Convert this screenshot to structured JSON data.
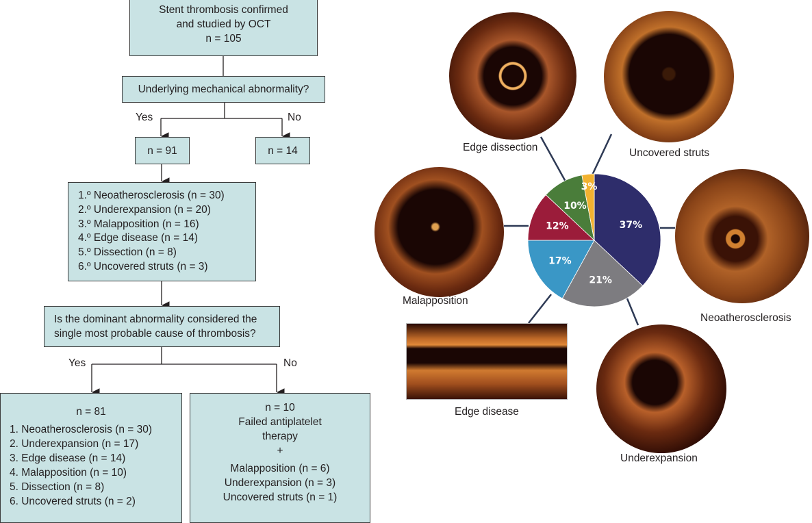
{
  "flowchart": {
    "start": {
      "lines": [
        "Stent thrombosis confirmed",
        "and studied by OCT",
        "n = 105"
      ]
    },
    "question1": "Underlying mechanical abnormality?",
    "branch1": {
      "yes_label": "Yes",
      "no_label": "No"
    },
    "yes_count": "n = 91",
    "no_count": "n = 14",
    "abnormality_list": [
      "1.º Neoatherosclerosis (n = 30)",
      "2.º Underexpansion (n = 20)",
      "3.º Malapposition (n = 16)",
      "4.º Edge disease (n = 14)",
      "5.º Dissection (n = 8)",
      "6.º Uncovered struts (n = 3)"
    ],
    "question2": {
      "lines": [
        "Is the dominant abnormality considered the",
        "single most probable cause of thrombosis?"
      ]
    },
    "branch2": {
      "yes_label": "Yes",
      "no_label": "No"
    },
    "yes_result": {
      "count": "n = 81",
      "items": [
        "1. Neoatherosclerosis (n = 30)",
        "2. Underexpansion (n = 17)",
        "3. Edge disease (n = 14)",
        "4. Malapposition (n = 10)",
        "5. Dissection (n = 8)",
        "6. Uncovered struts (n = 2)"
      ]
    },
    "no_result": {
      "count": "n = 10",
      "lines": [
        "Failed antiplatelet",
        "therapy",
        "+"
      ],
      "items": [
        "Malapposition (n = 6)",
        "Underexpansion (n = 3)",
        "Uncovered struts (n = 1)"
      ]
    }
  },
  "oct_images": {
    "edge_dissection": "Edge dissection",
    "uncovered_struts": "Uncovered struts",
    "malapposition": "Malapposition",
    "neoatherosclerosis": "Neoatherosclerosis",
    "edge_disease": "Edge disease",
    "underexpansion": "Underexpansion"
  },
  "chart_data": {
    "type": "pie",
    "title": "",
    "slices": [
      {
        "name": "Neoatherosclerosis",
        "value": 37,
        "label": "37%",
        "color": "#2e2d6b"
      },
      {
        "name": "Underexpansion",
        "value": 21,
        "label": "21%",
        "color": "#7d7c80"
      },
      {
        "name": "Edge disease",
        "value": 17,
        "label": "17%",
        "color": "#3a97c6"
      },
      {
        "name": "Malapposition",
        "value": 12,
        "label": "12%",
        "color": "#9b1c3a"
      },
      {
        "name": "Edge dissection",
        "value": 10,
        "label": "10%",
        "color": "#4a7d3a"
      },
      {
        "name": "Uncovered struts",
        "value": 3,
        "label": "3%",
        "color": "#f2b230"
      }
    ],
    "start_angle": "12 o'clock",
    "direction": "clockwise"
  }
}
